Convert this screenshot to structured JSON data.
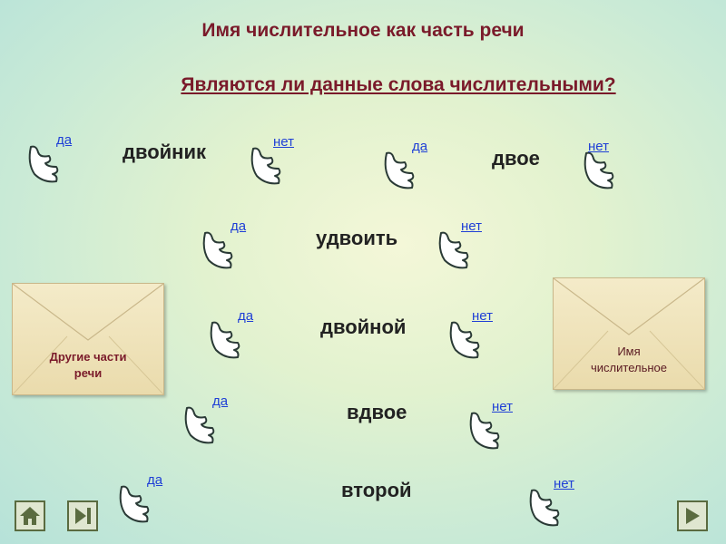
{
  "header": {
    "title": "Имя числительное как часть речи",
    "question": "Являются ли данные слова числительными?"
  },
  "labels": {
    "yes": "да",
    "no": "нет"
  },
  "words": [
    {
      "id": "dvoynik",
      "text": "двойник"
    },
    {
      "id": "dvoe",
      "text": "двое"
    },
    {
      "id": "udvoit",
      "text": "удвоить"
    },
    {
      "id": "dvoynoy",
      "text": "двойной"
    },
    {
      "id": "vdvoe",
      "text": "вдвое"
    },
    {
      "id": "vtoroy",
      "text": "второй"
    }
  ],
  "envelopes": {
    "left": {
      "line1": "Другие части",
      "line2": "речи"
    },
    "right": {
      "line1": "Имя",
      "line2": "числительное"
    }
  },
  "colors": {
    "title": "#7a1a2a",
    "link": "#1f3fd6",
    "envelope": "#eadbac",
    "background": "#d3eed6"
  },
  "icons": {
    "card": "wing-card-icon",
    "home": "home-icon",
    "end": "skip-end-icon",
    "next": "play-next-icon"
  }
}
